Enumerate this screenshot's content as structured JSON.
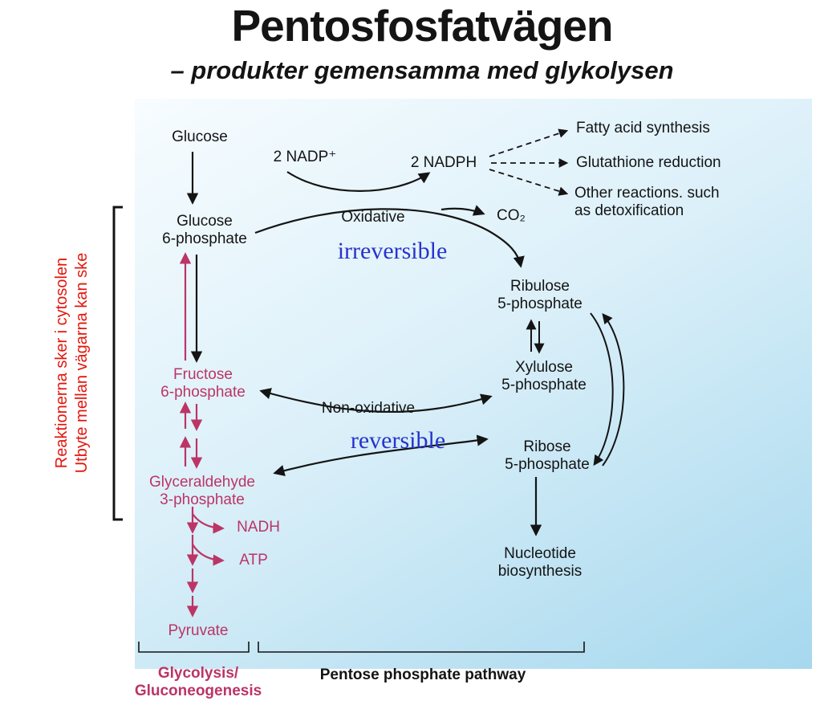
{
  "title": "Pentosfosfatvägen",
  "subtitle": "– produkter gemensamma med glykolysen",
  "side_note": {
    "line1": "Reaktionerna sker i cytosolen",
    "line2": "Utbyte mellan vägarna kan ske"
  },
  "colors": {
    "ink": "#141414",
    "magenta": "#bb3566",
    "red": "#e3170d",
    "blue": "#2733cc",
    "bg_top": "#f7fcff",
    "bg_mid": "#dcf0f9",
    "bg_bottom": "#a6d8ee"
  },
  "nodes": {
    "glucose": "Glucose",
    "glucose6p": [
      "Glucose",
      "6-phosphate"
    ],
    "nadp": "2 NADP⁺",
    "nadph": "2 NADPH",
    "oxidative": "Oxidative",
    "irreversible": "irreversible",
    "co2": "CO₂",
    "fatty_acid": "Fatty acid synthesis",
    "glutathione": "Glutathione reduction",
    "other_reactions": [
      "Other reactions. such",
      "as detoxification"
    ],
    "ribulose5p": [
      "Ribulose",
      "5-phosphate"
    ],
    "xylulose5p": [
      "Xylulose",
      "5-phosphate"
    ],
    "ribose5p": [
      "Ribose",
      "5-phosphate"
    ],
    "non_oxidative": "Non-oxidative",
    "reversible": "reversible",
    "fructose6p": [
      "Fructose",
      "6-phosphate"
    ],
    "glyceraldehyde3p": [
      "Glyceraldehyde",
      "3-phosphate"
    ],
    "nadh": "NADH",
    "atp": "ATP",
    "pyruvate": "Pyruvate",
    "nucleotide": [
      "Nucleotide",
      "biosynthesis"
    ]
  },
  "footer": {
    "glycolysis": [
      "Glycolysis/",
      "Gluconeogenesis"
    ],
    "ppp": "Pentose phosphate pathway"
  }
}
